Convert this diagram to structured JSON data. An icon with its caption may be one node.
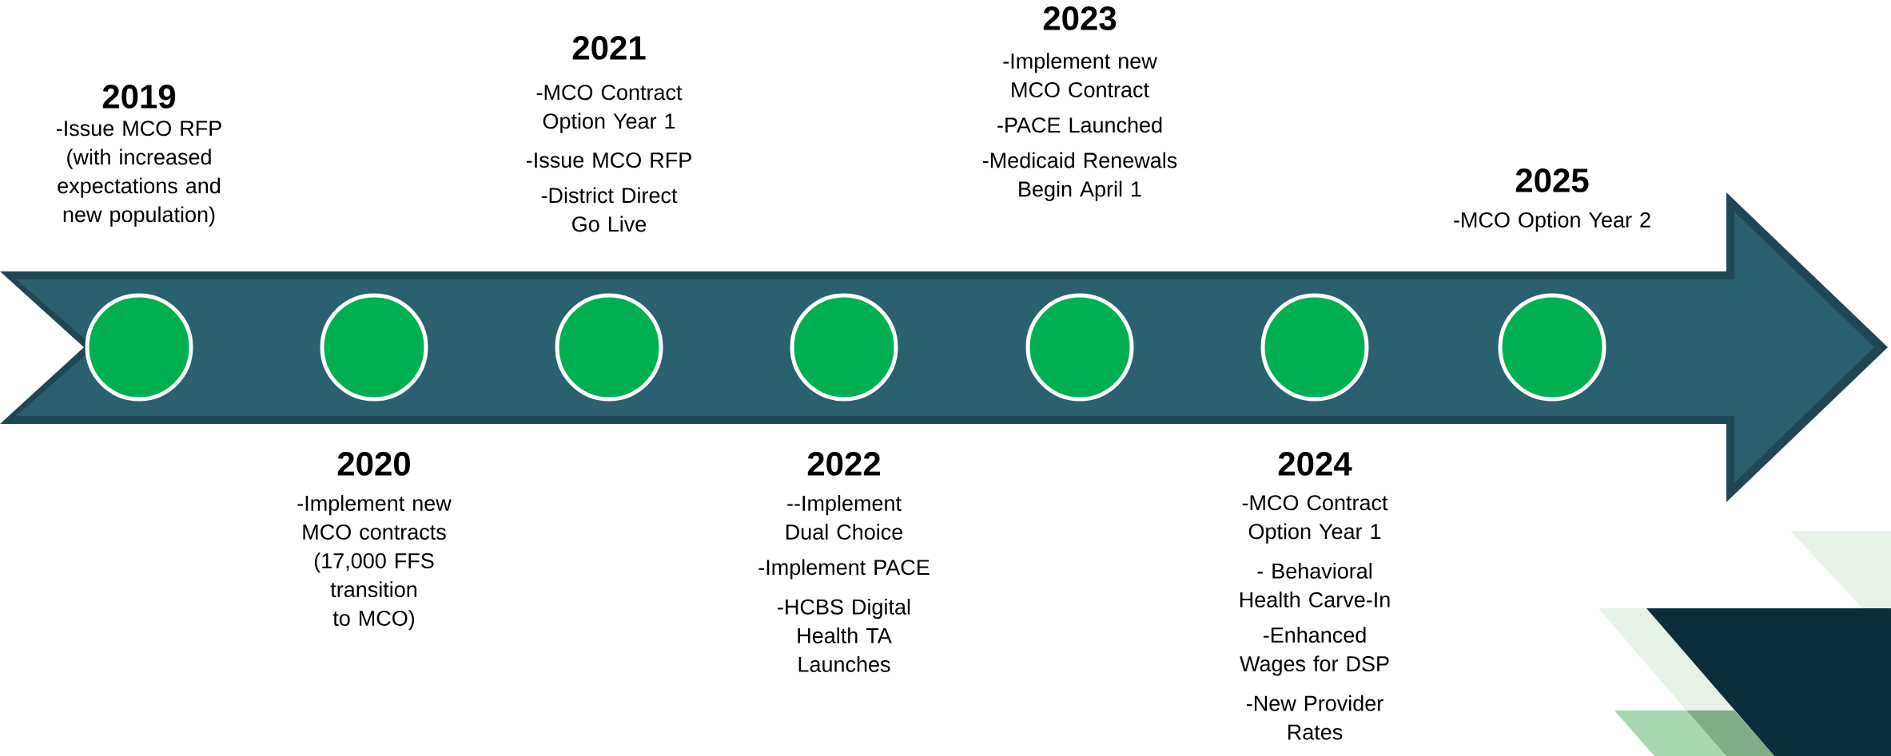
{
  "diagram": {
    "nodes": [
      {
        "text": [],
        "shape": "arrow"
      },
      {
        "text": [],
        "shape": "circle",
        "in": 0,
        "beside": [
          "2019",
          "-Issue MCO RFP (with increased expectations and new population)"
        ]
      },
      {
        "text": [],
        "shape": "circle",
        "in": 0,
        "beside": [
          "2020",
          "-Implement new MCO contracts (17,000 FFS transition to MCO)"
        ]
      },
      {
        "text": [],
        "shape": "circle",
        "in": 0,
        "beside": [
          "2021",
          "-MCO Contract Option Year 1",
          "-Issue MCO RFP",
          "-District Direct Go Live"
        ]
      },
      {
        "text": [],
        "shape": "circle",
        "in": 0,
        "beside": [
          "2022",
          "--Implement Dual Choice",
          "-Implement PACE",
          "-HCBS Digital Health TA Launches"
        ]
      },
      {
        "text": [],
        "shape": "circle",
        "in": 0,
        "beside": [
          "2023",
          "-Implement new MCO Contract",
          "-PACE Launched",
          "-Medicaid Renewals Begin April 1"
        ]
      },
      {
        "text": [],
        "shape": "circle",
        "in": 0,
        "beside": [
          "2024",
          "-MCO Contract Option Year 1",
          "- Behavioral Health Carve-In",
          "-Enhanced Wages for DSP",
          "-New Provider Rates"
        ]
      },
      {
        "text": [],
        "shape": "circle",
        "in": 0,
        "beside": [
          "2025",
          "-MCO Option Year 2"
        ]
      }
    ]
  }
}
